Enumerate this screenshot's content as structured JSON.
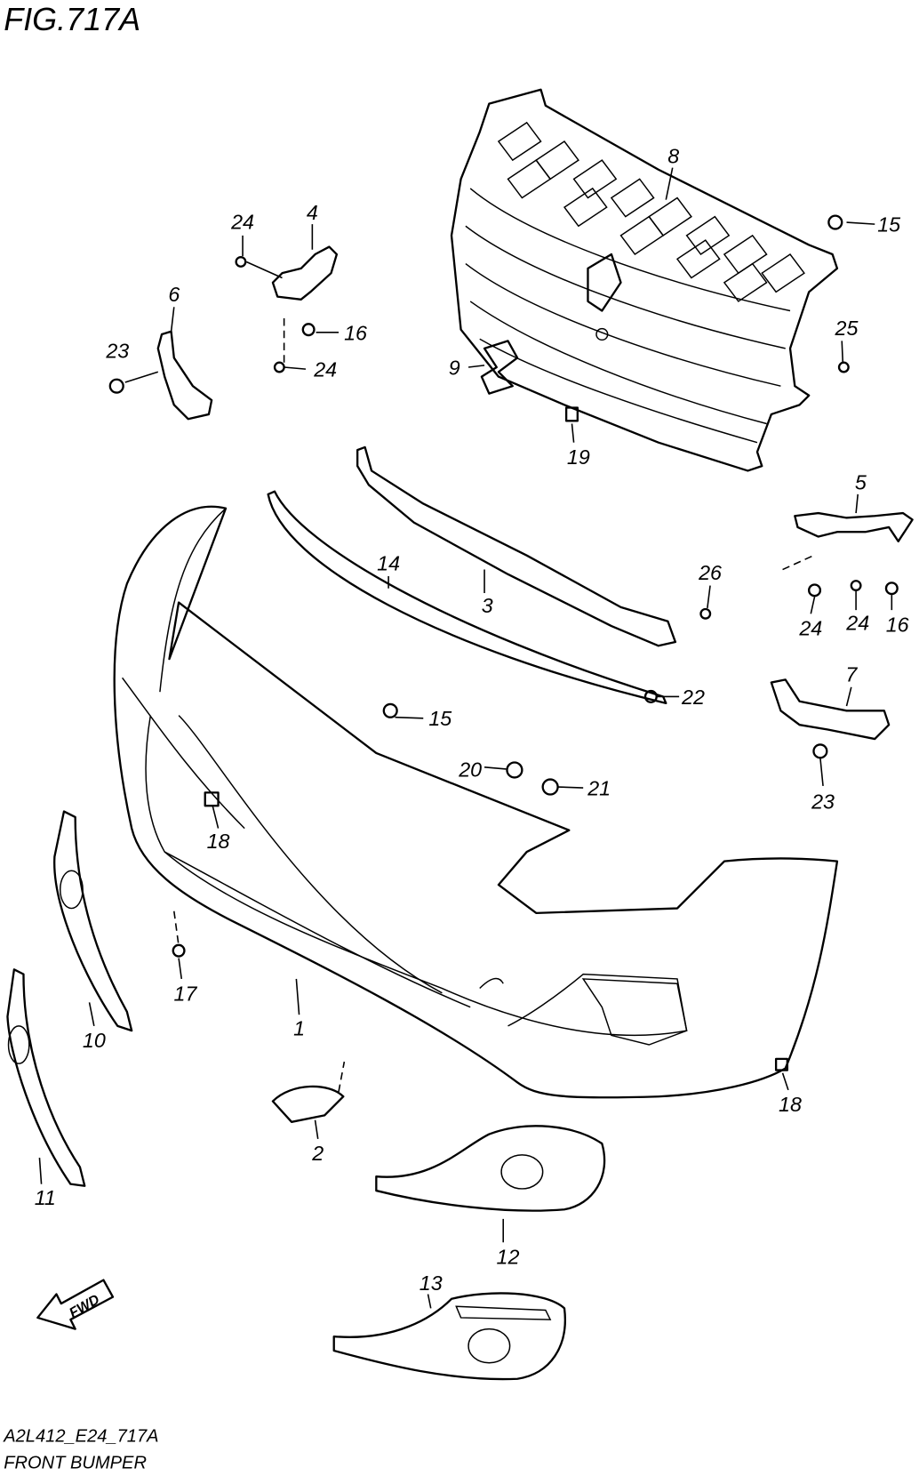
{
  "figure": {
    "title": "FIG.717A",
    "code": "A2L412_E24_717A",
    "caption": "FRONT BUMPER",
    "fwd_label": "FWD"
  },
  "labels": {
    "l1": "1",
    "l2": "2",
    "l3": "3",
    "l4": "4",
    "l5": "5",
    "l6": "6",
    "l7": "7",
    "l8": "8",
    "l9": "9",
    "l10": "10",
    "l11": "11",
    "l12": "12",
    "l13": "13",
    "l14": "14",
    "l15a": "15",
    "l15b": "15",
    "l16a": "16",
    "l16b": "16",
    "l17": "17",
    "l18a": "18",
    "l18b": "18",
    "l19": "19",
    "l20": "20",
    "l21": "21",
    "l22": "22",
    "l23a": "23",
    "l23b": "23",
    "l24a": "24",
    "l24b": "24",
    "l24c": "24",
    "l24d": "24",
    "l25": "25",
    "l26": "26"
  }
}
